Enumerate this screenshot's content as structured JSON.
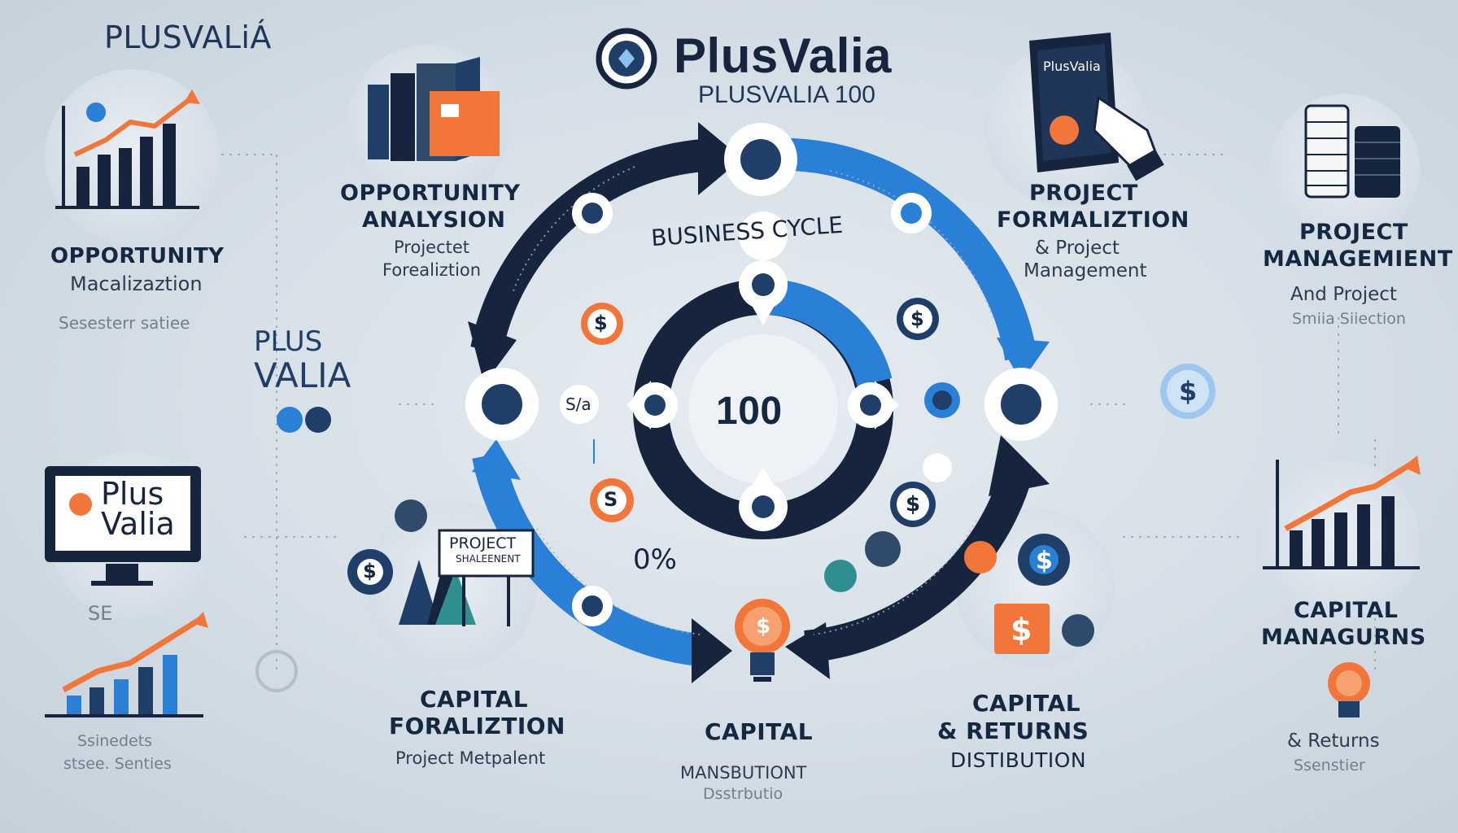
{
  "brand_top_left": "PLUSVALiÁ",
  "header": {
    "title": "PlusValia",
    "subtitle": "PLUSVALIA 100"
  },
  "cycle": {
    "label": "BUSINESS CYCLE",
    "center_value": "100",
    "percent": "0%",
    "left_node_label": "S/a"
  },
  "left_column": {
    "opportunity_title": "OPPORTUNITY",
    "opportunity_sub": "Macalizaztion",
    "opportunity_note": "Sesesterr satiee",
    "plus_label": "PLUS",
    "valia_label": "VALIA",
    "monitor_line1": "Plus",
    "monitor_line2": "Valia",
    "monitor_caption": "SE",
    "bottom_note_line1": "Ssinedets",
    "bottom_note_line2": "stsee. Senties"
  },
  "top_left_block": {
    "title_line1": "OPPORTUNITY",
    "title_line2": "ANALYSION",
    "sub_line1": "Projectet",
    "sub_line2": "Forealiztion"
  },
  "top_right_block": {
    "book_label": "PlusValia",
    "title_line1": "PROJECT",
    "title_line2": "FORMALIZTION",
    "sub_line1": "& Project",
    "sub_line2": "Management"
  },
  "right_column": {
    "title_line1": "PROJECT",
    "title_line2": "MANAGEMIENT",
    "sub_line1": "And Project",
    "sub_line2": "Smiia Siiection",
    "capital_line1": "CAPITAL",
    "capital_line2": "MANAGURNS",
    "returns_line1": "& Returns",
    "returns_line2": "Ssenstier"
  },
  "bottom_left_block": {
    "sign_line1": "PROJECT",
    "sign_line2": "SHALEENENT",
    "title_line1": "CAPITAL",
    "title_line2": "FORALIZTION",
    "sub": "Project Metpalent"
  },
  "bottom_center_block": {
    "title": "CAPITAL",
    "sub_line1": "MANSBUTIONT",
    "sub_line2": "Dsstrbutio"
  },
  "bottom_right_block": {
    "title_line1": "CAPITAL",
    "title_line2": "& RETURNS",
    "title_line3": "DISTIBUTION"
  },
  "icons": {
    "coin_symbol": "$",
    "coin_symbol_s": "S"
  },
  "colors": {
    "navy": "#16253d",
    "blue": "#2a7fd6",
    "orange": "#f2763a",
    "teal": "#2f8f8f",
    "background": "#d5dee6"
  }
}
